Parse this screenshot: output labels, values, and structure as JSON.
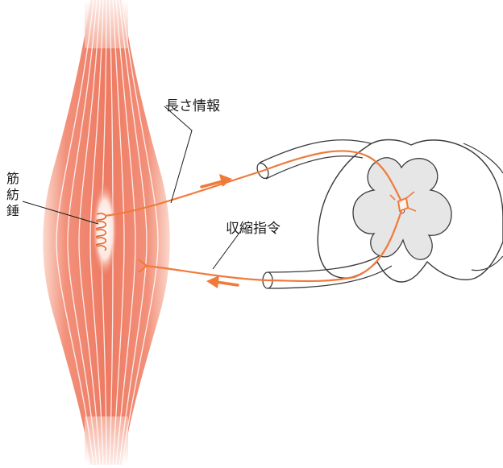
{
  "labels": {
    "spindle": [
      "筋",
      "紡",
      "錘"
    ],
    "length_info": "長さ情報",
    "contraction_command": "収縮指令"
  },
  "colors": {
    "muscle": "#f0826a",
    "muscle_light": "#fbd3c6",
    "nerve": "#f07a3a",
    "spinal_gray": "#e6e6e6",
    "outline": "#3a3a3a"
  }
}
